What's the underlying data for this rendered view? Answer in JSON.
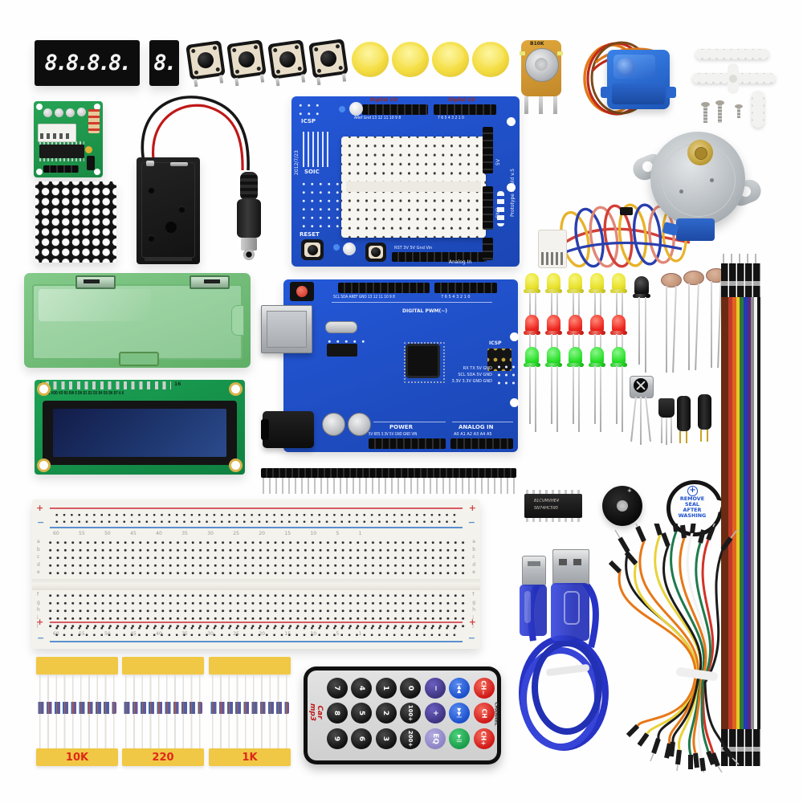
{
  "scene": {
    "description": "Arduino UNO starter kit components on white background",
    "background": "#fefefe"
  },
  "displays": {
    "four_digit": "8.8.8.8.",
    "one_digit": "8."
  },
  "potentiometer": {
    "label": "B10K"
  },
  "proto_shield": {
    "digital_io": "Digital I/O",
    "top_pins_left": "ARef Gnd 13 12 11 10 9 8",
    "top_pins_right": "7 6 5 4 3 2 1 0",
    "icsp": "ICSP",
    "soic": "SOIC",
    "date": "2012/7/23",
    "reset": "RESET",
    "bottom_pins": "RST 3V 5V Gnd Vin",
    "rail_5v": "5V",
    "rail_gnd": "GND",
    "side_label": "Prototype Shield v.5",
    "analog_label": "Analog In"
  },
  "arduino": {
    "digital_label": "DIGITAL PWM(~)",
    "digital_pins_left": "SCL SDA AREF GND 13 12 11 10 9 8",
    "digital_pins_right": "7 6 5 4 3 2 1 0",
    "icsp_label": "ICSP",
    "comm_row1": "RX TX 5V GND",
    "comm_row2": "SCL SDA 5V GND",
    "comm_row3": "3.3V 3.3V GND GND",
    "power_label": "POWER",
    "power_pins": "5V RES 3.3V 5V GND GND VIN",
    "analog_label": "ANALOG IN",
    "analog_pins": "A0 A1 A2 A3 A4 A5"
  },
  "lcd": {
    "pin_first": "1",
    "pin_last": "16",
    "pin_labels": "VSS VDD VO RS RW E D0 D1 D2 D3 D4 D5 D6 D7 A K"
  },
  "shift_register": {
    "line1": "81CVMVHE4",
    "line2": "SN74HC595"
  },
  "buzzer": {
    "plus": "+"
  },
  "buzzer_sealed": {
    "plus": "+",
    "seal_text": "REMOVE\nSEAL\nAFTER\nWASHING"
  },
  "resistors": {
    "bundle1": "10K",
    "bundle2": "220",
    "bundle3": "1K",
    "label_color": "#e02818",
    "tape_color": "#f0c845"
  },
  "breadboard": {
    "plus": "+",
    "minus": "−",
    "letters_top": "a\nb\nc\nd\ne",
    "letters_bottom": "f\ng\nh\ni\nj",
    "numbers": "60  55  50  45  40  35  30  25  20  15  10  5  1"
  },
  "remote": {
    "brand": "Car\nmp3",
    "channel_label": "CHANNEL",
    "buttons": [
      {
        "label": "7"
      },
      {
        "label": "4"
      },
      {
        "label": "1"
      },
      {
        "label": "0"
      },
      {
        "label": "−"
      },
      {
        "label": "|◀◀"
      },
      {
        "label": "CH−"
      },
      {
        "label": "8"
      },
      {
        "label": "5"
      },
      {
        "label": "2"
      },
      {
        "label": "100+"
      },
      {
        "label": "+"
      },
      {
        "label": "▶▶|"
      },
      {
        "label": "CH"
      },
      {
        "label": "9"
      },
      {
        "label": "6"
      },
      {
        "label": "3"
      },
      {
        "label": "200+"
      },
      {
        "label": "EQ"
      },
      {
        "label": "▶||"
      },
      {
        "label": "CH+"
      }
    ]
  },
  "colors": {
    "arduino_blue": "#2054cc",
    "pcb_green": "#27a455",
    "servo_blue": "#2a6fd4",
    "cap_yellow": "#f4dd43",
    "led_yellow": "#e8e22c",
    "led_red": "#ee2820",
    "led_green": "#28e028",
    "box_green": "#8fd096",
    "remote_red": "#d01818",
    "usb_blue": "#2633c4"
  }
}
